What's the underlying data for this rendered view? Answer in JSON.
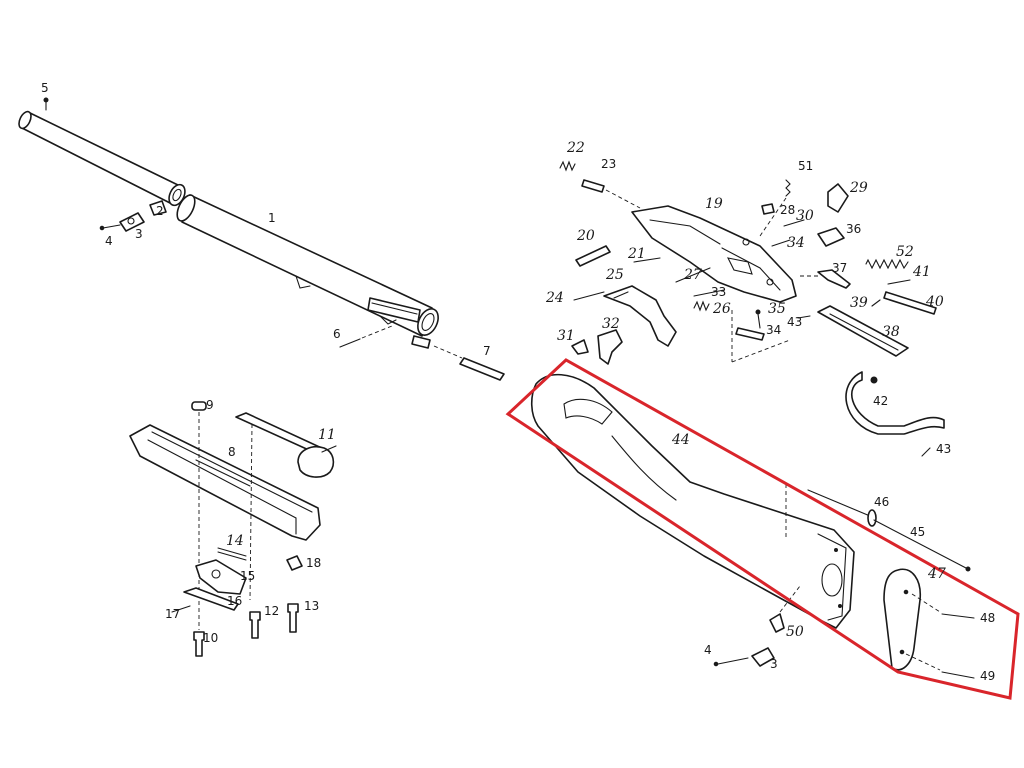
{
  "highlight": {
    "color": "#d9252b"
  },
  "labels": {
    "l1": "1",
    "l2": "2",
    "l3": "3",
    "l3b": "3",
    "l4": "4",
    "l4b": "4",
    "l5": "5",
    "l6": "6",
    "l7": "7",
    "l8": "8",
    "l9": "9",
    "l10": "10",
    "l11": "11",
    "l12": "12",
    "l13": "13",
    "l14": "14",
    "l15": "15",
    "l16": "16",
    "l17": "17",
    "l18": "18",
    "l19": "19",
    "l20": "20",
    "l21": "21",
    "l22": "22",
    "l23": "23",
    "l24": "24",
    "l25": "25",
    "l26": "26",
    "l27": "27",
    "l28": "28",
    "l29": "29",
    "l30": "30",
    "l31": "31",
    "l32": "32",
    "l33": "33",
    "l34": "34",
    "l34b": "34",
    "l35": "35",
    "l36": "36",
    "l37": "37",
    "l38": "38",
    "l39": "39",
    "l40": "40",
    "l41": "41",
    "l42": "42",
    "l43": "43",
    "l43b": "43",
    "l44": "44",
    "l45": "45",
    "l46": "46",
    "l47": "47",
    "l48": "48",
    "l49": "49",
    "l50": "50",
    "l51": "51",
    "l52": "52"
  }
}
